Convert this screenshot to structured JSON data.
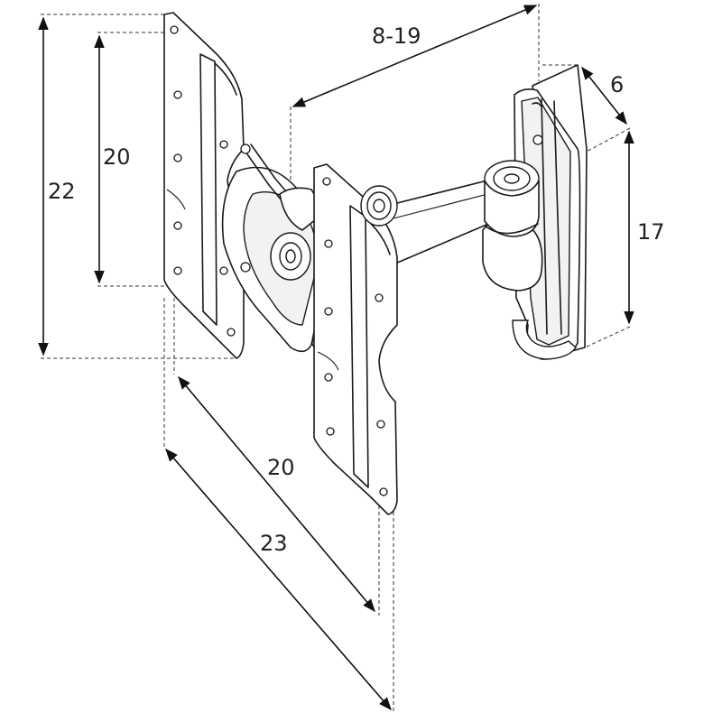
{
  "diagram": {
    "dimensions": {
      "overall_height": "22",
      "vesa_height": "20",
      "extension": "8-19",
      "wall_plate_depth": "6",
      "wall_plate_height": "17",
      "vesa_width": "20",
      "overall_width": "23"
    }
  }
}
